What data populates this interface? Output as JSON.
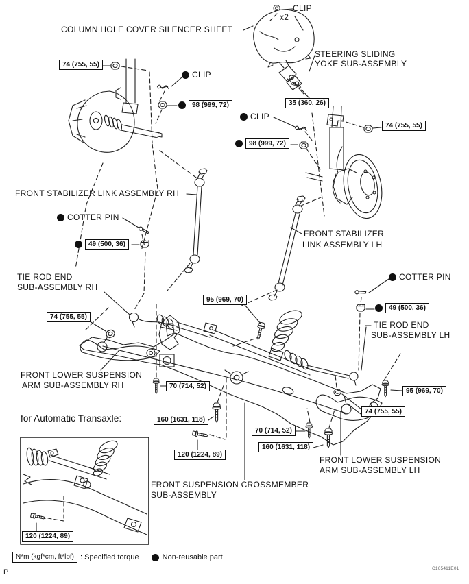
{
  "figure": {
    "type": "exploded-parts-diagram",
    "subject": "front suspension crossmember",
    "page_letter": "P",
    "figure_code": "C165411E01"
  },
  "section_heading": "for Automatic Transaxle:",
  "legend": {
    "unit_box": "N*m (kgf*cm, ft*lbf)",
    "specified_torque": ": Specified torque",
    "non_reusable": "Non-reusable part"
  },
  "labels": {
    "clip_top": "CLIP",
    "clip_top_qty": "x2",
    "column_cover": "COLUMN HOLE COVER SILENCER SHEET",
    "steering_yoke": [
      "STEERING SLIDING",
      "YOKE SUB-ASSEMBLY"
    ],
    "clip_left": "CLIP",
    "clip_mid": "CLIP",
    "stab_link_rh": "FRONT STABILIZER LINK ASSEMBLY RH",
    "stab_link_lh": [
      "FRONT STABILIZER",
      "LINK ASSEMBLY LH"
    ],
    "cotter_pin_left": "COTTER PIN",
    "cotter_pin_right": "COTTER PIN",
    "tie_rod_rh": [
      "TIE ROD END",
      "SUB-ASSEMBLY RH"
    ],
    "tie_rod_lh": [
      "TIE ROD END",
      "SUB-ASSEMBLY LH"
    ],
    "lower_arm_rh": [
      "FRONT LOWER SUSPENSION",
      "ARM SUB-ASSEMBLY RH"
    ],
    "lower_arm_lh": [
      "FRONT LOWER SUSPENSION",
      "ARM SUB-ASSEMBLY LH"
    ],
    "crossmember": [
      "FRONT SUSPENSION CROSSMEMBER",
      "SUB-ASSEMBLY"
    ]
  },
  "torque_boxes": [
    {
      "id": "strut-upper-rh",
      "value": "74 (755, 55)",
      "non_reusable": false
    },
    {
      "id": "flexible-hose-rh",
      "value": "98 (999, 72)",
      "non_reusable": true
    },
    {
      "id": "sliding-yoke-bolt",
      "value": "35 (360, 26)",
      "non_reusable": false
    },
    {
      "id": "strut-upper-lh",
      "value": "74 (755, 55)",
      "non_reusable": false
    },
    {
      "id": "flexible-hose-lh",
      "value": "98 (999, 72)",
      "non_reusable": true
    },
    {
      "id": "tie-rod-end-nut-rh",
      "value": "49 (500, 36)",
      "non_reusable": true
    },
    {
      "id": "rack-mount-bolt-mid",
      "value": "95 (969, 70)",
      "non_reusable": false
    },
    {
      "id": "ball-joint-nut-rh",
      "value": "74 (755, 55)",
      "non_reusable": false
    },
    {
      "id": "tie-rod-end-nut-lh",
      "value": "49 (500, 36)",
      "non_reusable": true
    },
    {
      "id": "rack-mount-bolt-lh",
      "value": "95 (969, 70)",
      "non_reusable": false
    },
    {
      "id": "ball-joint-nut-lh",
      "value": "74 (755, 55)",
      "non_reusable": false
    },
    {
      "id": "arm-front-bolt-rh",
      "value": "70 (714, 52)",
      "non_reusable": false
    },
    {
      "id": "arm-rear-bolt-rh",
      "value": "160 (1631, 118)",
      "non_reusable": false
    },
    {
      "id": "crossmember-bolt-mid",
      "value": "120 (1224, 89)",
      "non_reusable": false
    },
    {
      "id": "arm-front-bolt-lh",
      "value": "70 (714, 52)",
      "non_reusable": false
    },
    {
      "id": "arm-rear-bolt-lh",
      "value": "160 (1631, 118)",
      "non_reusable": false
    },
    {
      "id": "crossmember-bolt-at",
      "value": "120 (1224, 89)",
      "non_reusable": false
    }
  ]
}
